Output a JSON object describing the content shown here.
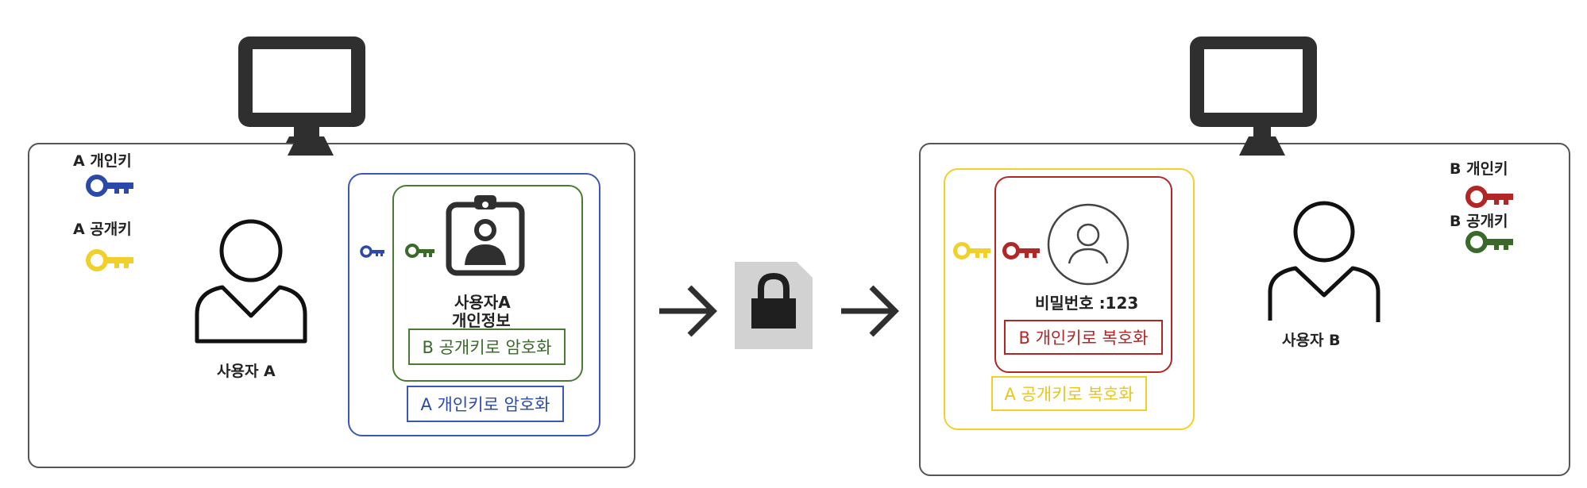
{
  "user_a": {
    "private_key_label": "A 개인키",
    "public_key_label": "A 공개키",
    "name": "사용자 A",
    "info_title_line1": "사용자A",
    "info_title_line2": "개인정보",
    "encrypt_b_public": "B 공개키로 암호화",
    "encrypt_a_private": "A 개인키로 암호화"
  },
  "user_b": {
    "private_key_label": "B 개인키",
    "public_key_label": "B 공개키",
    "name": "사용자 B",
    "password_text": "비밀번호 :123",
    "decrypt_b_private": "B 개인키로 복호화",
    "decrypt_a_public": "A 공개키로 복호화"
  },
  "colors": {
    "a_private_key": "#2b49a8",
    "a_public_key": "#f2d02c",
    "b_private_key": "#b32626",
    "b_public_key": "#3a6a2a",
    "outline_dark": "#2f2f2f",
    "lock_bg": "#d2d2d2"
  },
  "icons": [
    "monitor-icon",
    "key-icon",
    "user-icon",
    "id-badge-icon",
    "arrow-right-icon",
    "lock-icon"
  ]
}
